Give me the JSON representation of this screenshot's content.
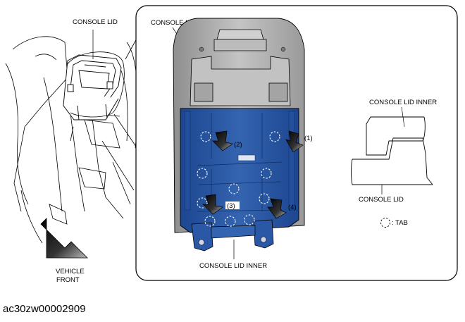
{
  "labels": {
    "left_console_lid": "CONSOLE LID",
    "panel_console_lid": "CONSOLE LID",
    "console_lid_inner_bottom": "CONSOLE LID INNER",
    "vehicle_front_line1": "VEHICLE",
    "vehicle_front_line2": "FRONT",
    "detail_console_lid_inner": "CONSOLE LID INNER",
    "detail_console_lid": "CONSOLE LID",
    "tab_legend": ": TAB",
    "step1": "(1)",
    "step2": "(2)",
    "step3": "(3)",
    "step4": "(4)"
  },
  "caption": "ac30zw00002909",
  "colors": {
    "lid_blue": "#2c5ba8",
    "lid_blue_dark": "#1d4690",
    "lid_gray": "#b8b8b8",
    "lid_gray_dark": "#9a9a9a",
    "line": "#000000"
  },
  "icons": [
    "arrow-icon",
    "tab-icon"
  ]
}
